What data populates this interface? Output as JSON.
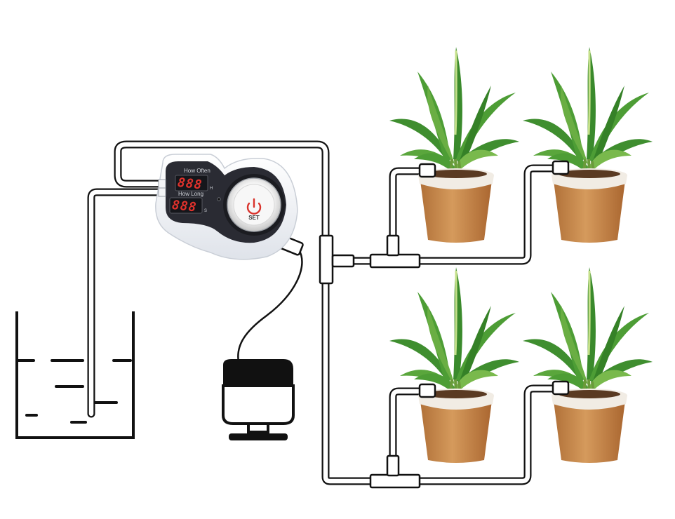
{
  "controller": {
    "top_label": "How Often",
    "top_unit": "H",
    "top_display": "888",
    "bottom_label": "How Long",
    "bottom_unit": "S",
    "bottom_display": "888",
    "button_label": "SET"
  },
  "colors": {
    "tube_outline": "#111111",
    "tube_fill": "#ffffff",
    "controller_panel": "#2a2b33",
    "lcd_digit": "#e2322c",
    "power_icon": "#d9322b",
    "pot": "#c98a4e",
    "pot_rim": "#f1ece4",
    "leaf": "#3f8e2f",
    "leaf_light": "#79b94c"
  },
  "plants": [
    {
      "id": "plant-top-left"
    },
    {
      "id": "plant-top-right"
    },
    {
      "id": "plant-bottom-left"
    },
    {
      "id": "plant-bottom-right"
    }
  ]
}
